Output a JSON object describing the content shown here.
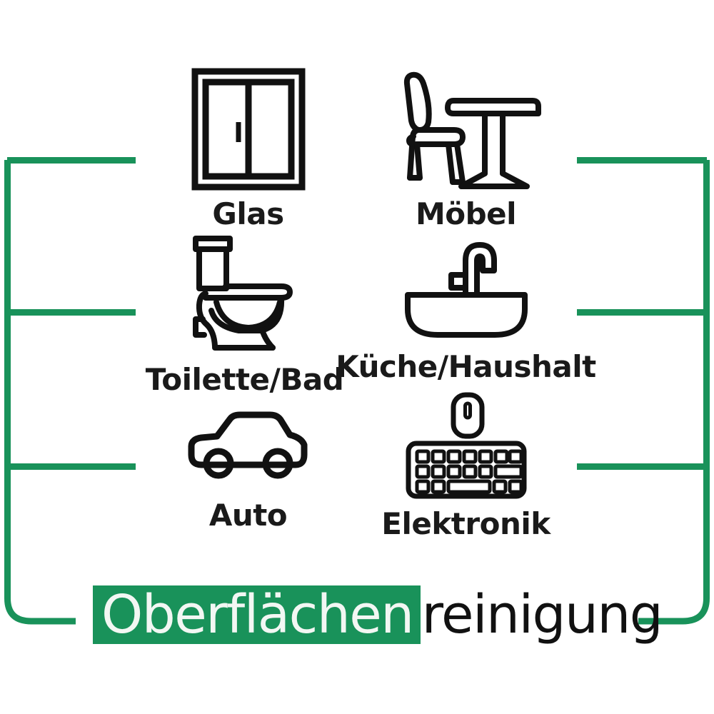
{
  "theme": {
    "brand_green": "#19925a",
    "ink": "#1a1a1a",
    "background": "#ffffff",
    "highlight_text": "#f2f7f3"
  },
  "frame": {
    "name": "green-bracket-frame",
    "stroke_color": "#19925a",
    "stroke_width": 9
  },
  "categories": [
    {
      "id": "glas",
      "label": "Glas",
      "icon": "window-icon",
      "row": 1,
      "column": 1
    },
    {
      "id": "moebel",
      "label": "Möbel",
      "icon": "chair-table-icon",
      "row": 1,
      "column": 2
    },
    {
      "id": "toilette-bad",
      "label": "Toilette/Bad",
      "icon": "toilet-icon",
      "row": 2,
      "column": 1
    },
    {
      "id": "kueche-haushalt",
      "label": "Küche/Haushalt",
      "icon": "sink-faucet-icon",
      "row": 2,
      "column": 2
    },
    {
      "id": "auto",
      "label": "Auto",
      "icon": "car-icon",
      "row": 3,
      "column": 1
    },
    {
      "id": "elektronik",
      "label": "Elektronik",
      "icon": "keyboard-mouse-icon",
      "row": 3,
      "column": 2
    }
  ],
  "title": {
    "highlighted": "Oberflächen",
    "plain": "reinigung",
    "full": "Oberflächenreinigung"
  }
}
